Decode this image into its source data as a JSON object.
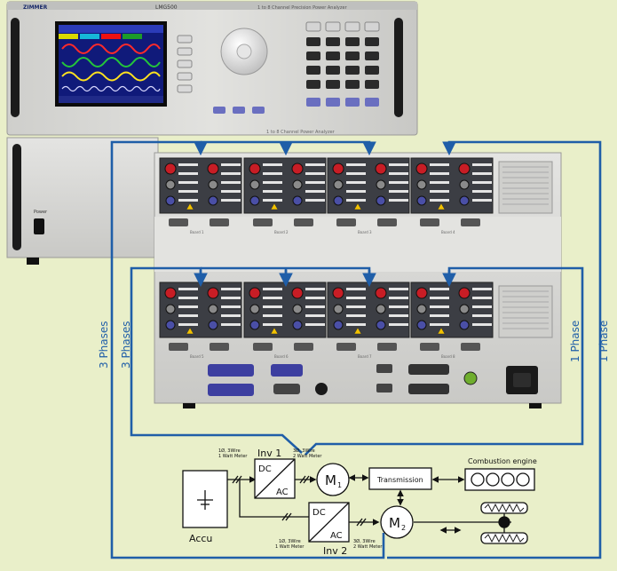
{
  "colors": {
    "background": "#e9efc9",
    "wire_blue": "#1f5ea8",
    "chassis": "#d6d6d4",
    "panel_dark": "#3c3e44",
    "jack_red": "#c81d25",
    "jack_blue": "#4a4fa6",
    "screen_bg": "#101a7a"
  },
  "instrument": {
    "brand": "ZIMMER",
    "model": "LMG500",
    "front_title": "1 to 8 Channel Precision Power Analyzer",
    "strip_text": "1 to 8 Channel Power Analyzer",
    "power_label": "Power"
  },
  "rear_panel": {
    "channel_tags_top": [
      "Board 1",
      "Board 2",
      "Board 3",
      "Board 4"
    ],
    "channel_tags_bottom": [
      "Board 5",
      "Board 6",
      "Board 7",
      "Board 8"
    ]
  },
  "wiring_labels": {
    "outer_left": "3 Phases",
    "inner_left": "3 Phases",
    "inner_right": "1 Phase",
    "outer_right": "1 Phase"
  },
  "schematic": {
    "accu": "Accu",
    "inv1": "Inv 1",
    "inv2": "Inv 2",
    "dc": "DC",
    "ac": "AC",
    "m1_main": "M",
    "m1_sub": "1",
    "m2_main": "M",
    "m2_sub": "2",
    "transmission": "Transmission",
    "combustion": "Combustion engine",
    "note_inv1_in_a": "1Ø, 3Wire",
    "note_inv1_in_b": "1 Watt Meter",
    "note_inv1_out_a": "3Ø, 3Wire",
    "note_inv1_out_b": "2 Watt Meter",
    "note_inv2_in_a": "1Ø, 3Wire",
    "note_inv2_in_b": "1 Watt Meter",
    "note_inv2_out_a": "3Ø, 3Wire",
    "note_inv2_out_b": "2 Watt Meter"
  }
}
